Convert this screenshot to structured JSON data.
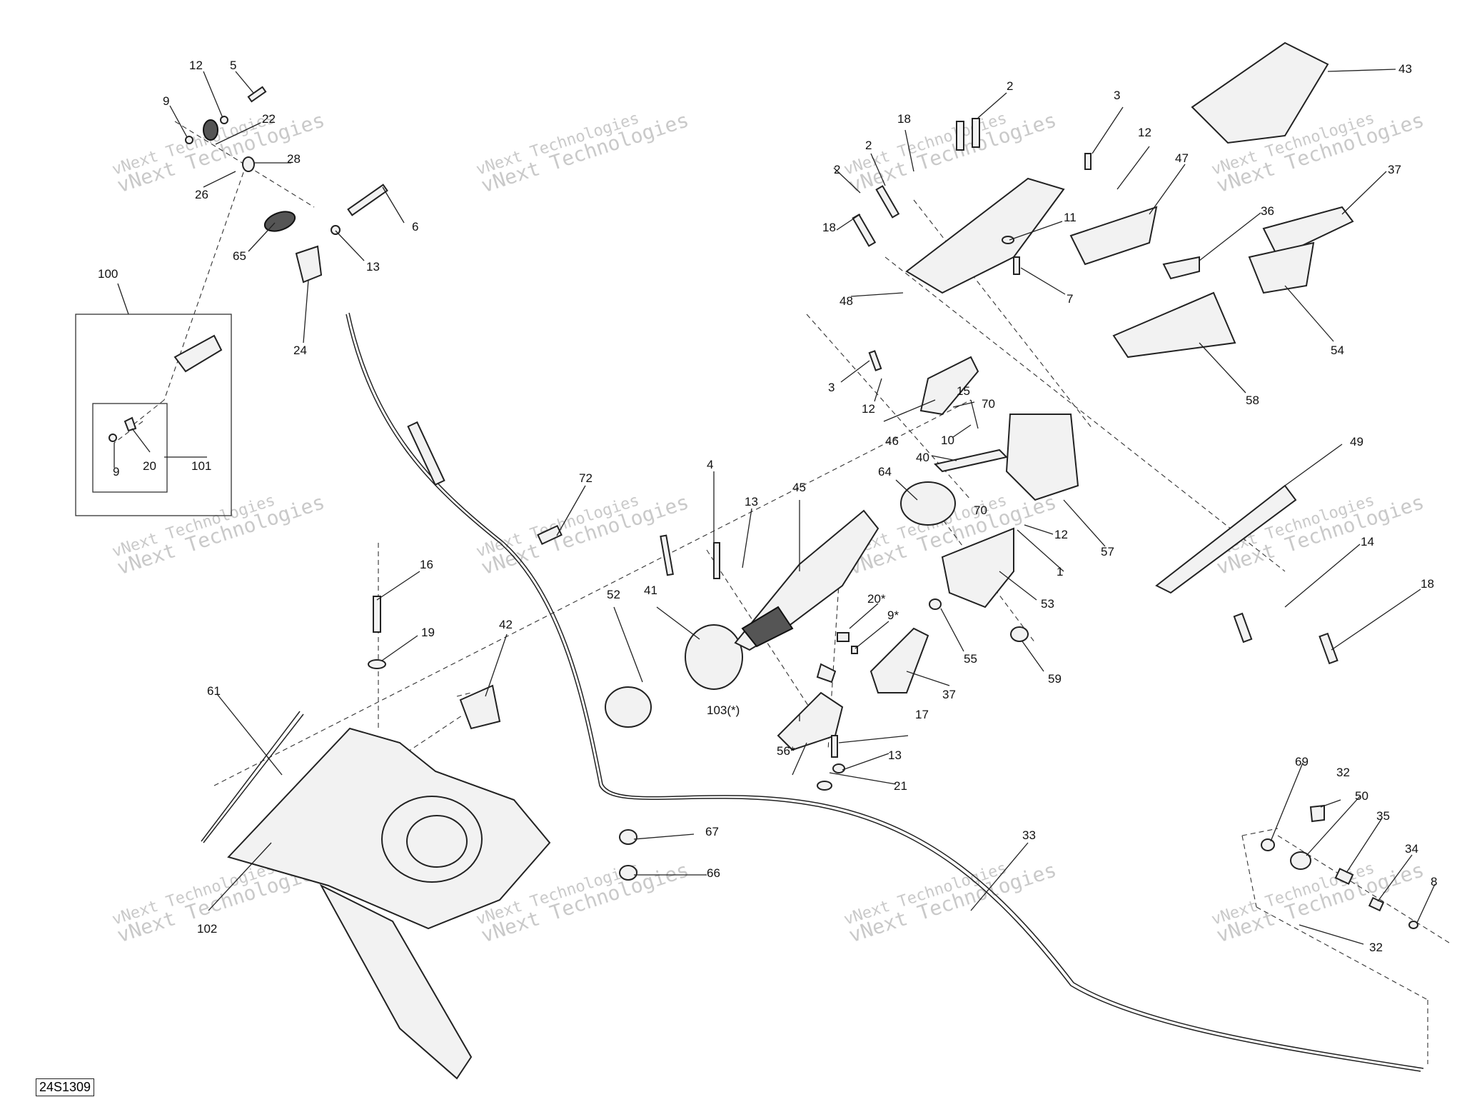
{
  "diagram_id": "24S1309",
  "watermark": {
    "line1": "vNext Technologies",
    "line2": "vNext Technologies"
  },
  "callouts": {
    "c1": "1",
    "c2a": "2",
    "c2b": "2",
    "c2c": "2",
    "c3a": "3",
    "c3b": "3",
    "c4": "4",
    "c5": "5",
    "c6": "6",
    "c7": "7",
    "c8": "8",
    "c9a": "9",
    "c9b": "9",
    "c9star": "9*",
    "c10": "10",
    "c11": "11",
    "c12a": "12",
    "c12b": "12",
    "c12c": "12",
    "c12d": "12",
    "c13a": "13",
    "c13b": "13",
    "c13c": "13",
    "c14": "14",
    "c15": "15",
    "c16": "16",
    "c17": "17",
    "c18a": "18",
    "c18b": "18",
    "c18c": "18",
    "c19": "19",
    "c20": "20",
    "c20star": "20*",
    "c21": "21",
    "c22": "22",
    "c24": "24",
    "c26": "26",
    "c28": "28",
    "c32a": "32",
    "c32b": "32",
    "c33": "33",
    "c34": "34",
    "c35": "35",
    "c36": "36",
    "c37a": "37",
    "c37b": "37",
    "c40": "40",
    "c41": "41",
    "c42": "42",
    "c43": "43",
    "c45": "45",
    "c46": "46",
    "c47": "47",
    "c48": "48",
    "c49": "49",
    "c50": "50",
    "c52": "52",
    "c53": "53",
    "c54": "54",
    "c55": "55",
    "c56star": "56*",
    "c57": "57",
    "c58": "58",
    "c59": "59",
    "c61": "61",
    "c64": "64",
    "c65": "65",
    "c66": "66",
    "c67": "67",
    "c69": "69",
    "c70a": "70",
    "c70b": "70",
    "c72": "72",
    "c100": "100",
    "c101": "101",
    "c102": "102",
    "c103": "103(*)"
  }
}
